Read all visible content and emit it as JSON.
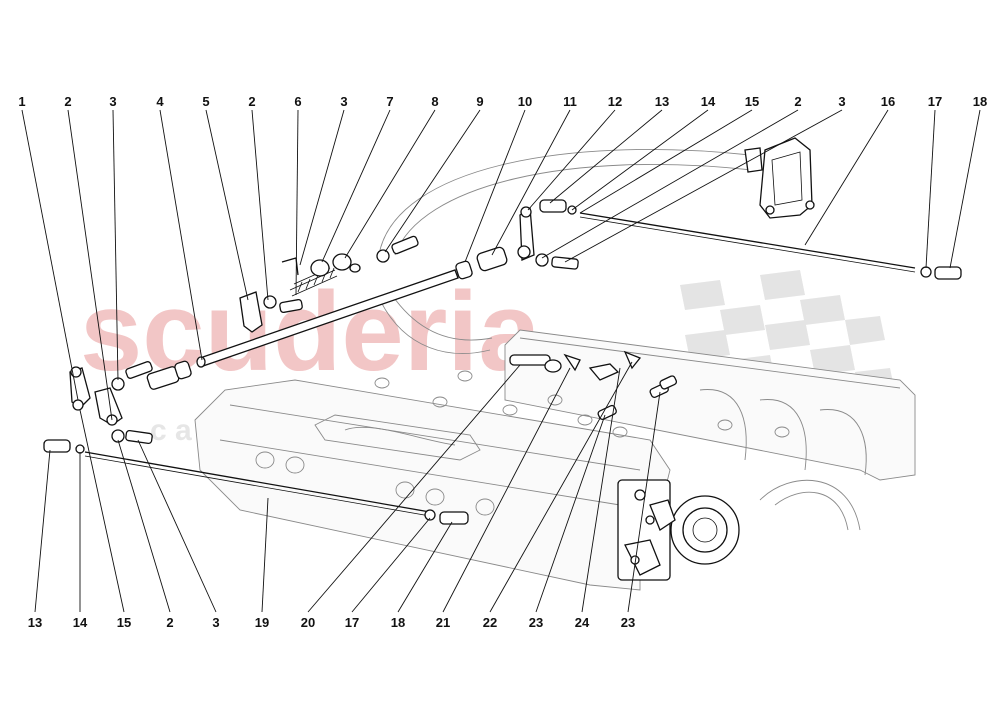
{
  "watermark": {
    "brand": "scuderia",
    "sub": "c a r p a r t s"
  },
  "callouts": {
    "top": [
      "1",
      "2",
      "3",
      "4",
      "5",
      "2",
      "6",
      "3",
      "7",
      "8",
      "9",
      "10",
      "11",
      "12",
      "13",
      "14",
      "15",
      "2",
      "3",
      "16",
      "17",
      "18"
    ],
    "bottom": [
      "13",
      "14",
      "15",
      "2",
      "3",
      "19",
      "20",
      "17",
      "18",
      "21",
      "22",
      "23",
      "24",
      "23"
    ]
  },
  "colors": {
    "line": "#111111",
    "faint": "#8a8a8a",
    "watermark": "#f2c6c6"
  }
}
